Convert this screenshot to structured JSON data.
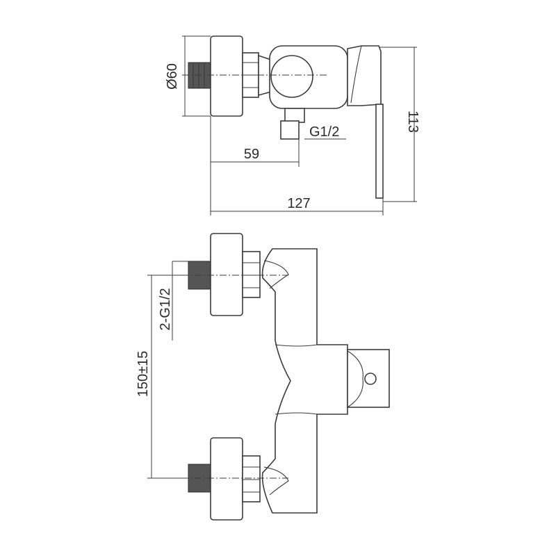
{
  "top_view": {
    "dia_label": "Ø60",
    "outlet_label": "G1/2",
    "dim_59": "59",
    "dim_113": "113",
    "dim_127": "127"
  },
  "front_view": {
    "inlet_label": "2-G1/2",
    "spacing_label": "150±15"
  },
  "colors": {
    "line": "#3a3a3a",
    "thread": "#555555"
  }
}
